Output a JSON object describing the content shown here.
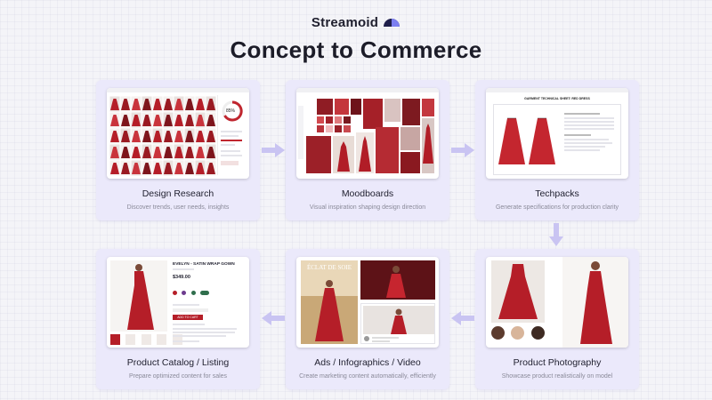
{
  "brand": {
    "name": "Streamoid",
    "logo_icon": "half-circle-logo-icon",
    "logo_colors": [
      "#1e1d4a",
      "#7b7ef0"
    ]
  },
  "title": "Concept to Commerce",
  "colors": {
    "card_bg": "#ebe9fb",
    "arrow": "#c9c4f2",
    "dress": "#b11d27",
    "background": "#f4f4f8"
  },
  "steps": [
    {
      "title": "Design Research",
      "desc": "Discover trends, user needs, insights",
      "gauge_label": "85%"
    },
    {
      "title": "Moodboards",
      "desc": "Visual inspiration shaping design direction"
    },
    {
      "title": "Techpacks",
      "desc": "Generate specifications for production clarity",
      "sheet_title": "GARMENT TECHNICAL SHEET: RED DRESS"
    },
    {
      "title": "Product Photography",
      "desc": "Showcase product realistically on model"
    },
    {
      "title": "Ads / Infographics / Video",
      "desc": "Create marketing content automatically, efficiently",
      "ad_headline": "ÉCLAT DE SOIE"
    },
    {
      "title": "Product Catalog / Listing",
      "desc": "Prepare optimized content for sales",
      "product_name": "EVELYN - SATIN WRAP GOWN",
      "price": "$349.00",
      "cart_label": "ADD TO CART"
    }
  ]
}
